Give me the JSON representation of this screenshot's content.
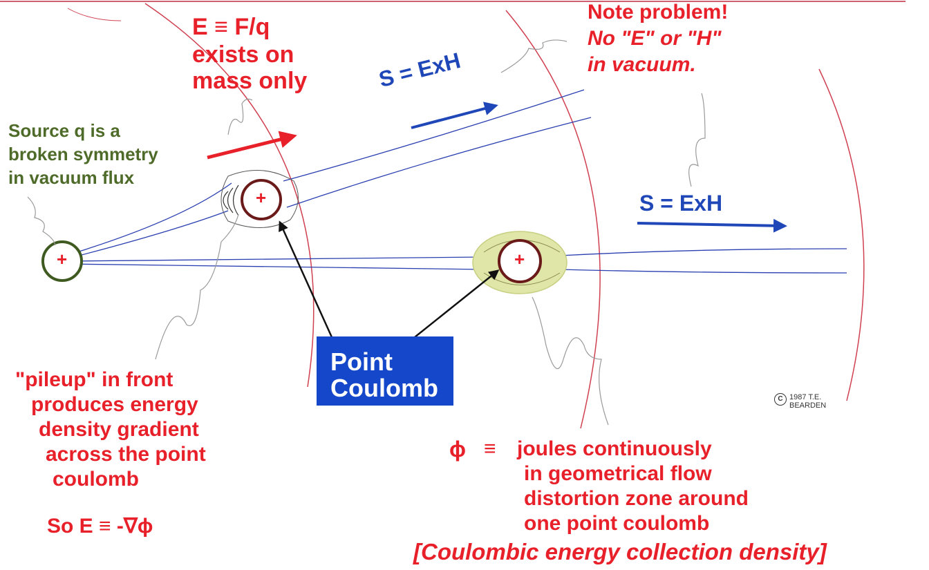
{
  "texts": {
    "e_def_1": "E ≡ F/q",
    "e_def_2": "exists on",
    "e_def_3": "mass only",
    "note_1": "Note problem!",
    "note_2": "No \"E\" or \"H\"",
    "note_3": "in vacuum.",
    "s_upper": "S = ExH",
    "s_lower": "S = ExH",
    "source_1": "Source q is a",
    "source_2": "broken symmetry",
    "source_3": "in vacuum flux",
    "pileup_1": "\"pileup\" in front",
    "pileup_2": "produces energy",
    "pileup_3": "density gradient",
    "pileup_4": "across the point",
    "pileup_5": "coulomb",
    "so_e": "So E ≡ -∇ϕ",
    "point_coulomb_1": "Point",
    "point_coulomb_2": "Coulomb",
    "phi_sym": "ϕ",
    "phi_eq": "≡",
    "phi_1": "joules continuously",
    "phi_2": "in geometrical flow",
    "phi_3": "distortion zone around",
    "phi_4": "one point coulomb",
    "bracket": "[Coulombic energy collection density]",
    "copyright_1": "1987  T.E.",
    "copyright_2": "BEARDEN",
    "copyright_symbol": "C",
    "plus": "+"
  },
  "colors": {
    "red": "#e8202a",
    "olive": "#4f6b2a",
    "blue": "#1f47b8",
    "box": "#1447c9",
    "charge_outline": "#6b1a1a",
    "source_outline": "#3f5a20",
    "zone_fill": "#dfe6a8",
    "circle_lines": "#d04050",
    "flux_lines": "#2a3fb0",
    "squiggle": "#999999"
  }
}
